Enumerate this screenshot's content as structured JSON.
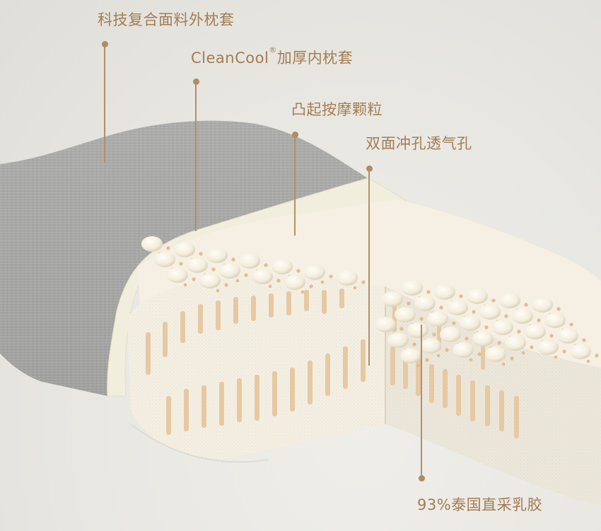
{
  "product_image": {
    "subject": "latex pillow cross-section with cover layers",
    "colors": {
      "background": "#e8e7e2",
      "annotation": "#a47c52",
      "outer_cover": "#a9a9a7",
      "inner_cover": "#f3efdf",
      "latex": "#f6f1e4",
      "holes": "#e2bd8c"
    }
  },
  "annotations": [
    {
      "label": "科技复合面料外枕套"
    },
    {
      "label_main": "CleanCool",
      "label_mark": "®",
      "label_rest": "加厚内枕套"
    },
    {
      "label": "凸起按摩颗粒"
    },
    {
      "label": "双面冲孔透气孔"
    },
    {
      "label": "93%泰国直采乳胶"
    }
  ]
}
